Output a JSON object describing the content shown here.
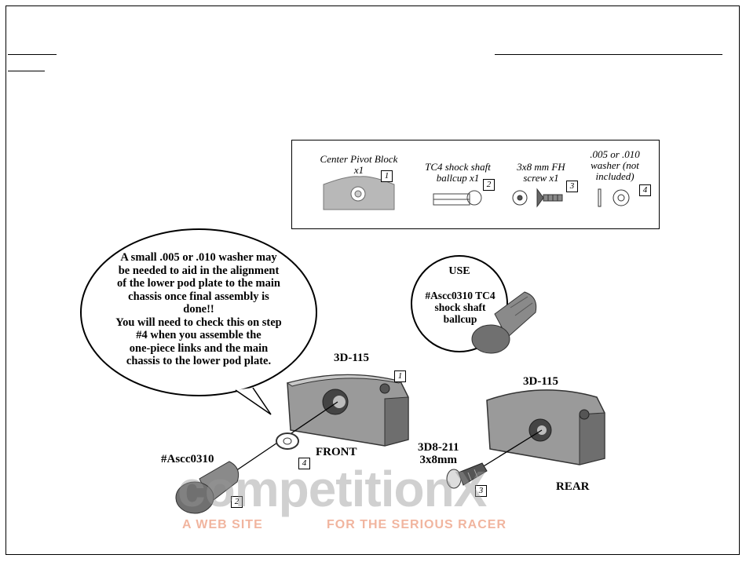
{
  "parts": [
    {
      "label": "Center Pivot Block\nx1",
      "num": "1"
    },
    {
      "label": "TC4 shock shaft\nballcup x1",
      "num": "2"
    },
    {
      "label": "3x8 mm FH\nscrew x1",
      "num": "3"
    },
    {
      "label": ".005 or .010\nwasher (not\nincluded)",
      "num": "4"
    }
  ],
  "note_bubble": "A small .005 or .010 washer may\nbe needed to aid in the alignment\nof the lower pod plate to the main\nchassis once final assembly is\ndone!!\nYou will need to check this on step\n#4 when you assemble the\none-piece links and the main\nchassis to the lower pod plate.",
  "use_bubble": {
    "title": "USE",
    "body": "#Ascc0310 TC4\nshock shaft\nballcup"
  },
  "callouts": {
    "block_front": "3D-115",
    "block_rear": "3D-115",
    "front": "FRONT",
    "rear": "REAR",
    "ballcup": "#Ascc0310",
    "screw": "3D8-211\n3x8mm"
  },
  "diagram_nums": {
    "n1": "1",
    "n2": "2",
    "n3": "3",
    "n4": "4"
  },
  "watermark": {
    "brand": "competitionX",
    "tag_left": "A WEB SITE",
    "tag_right": "FOR THE SERIOUS RACER"
  }
}
